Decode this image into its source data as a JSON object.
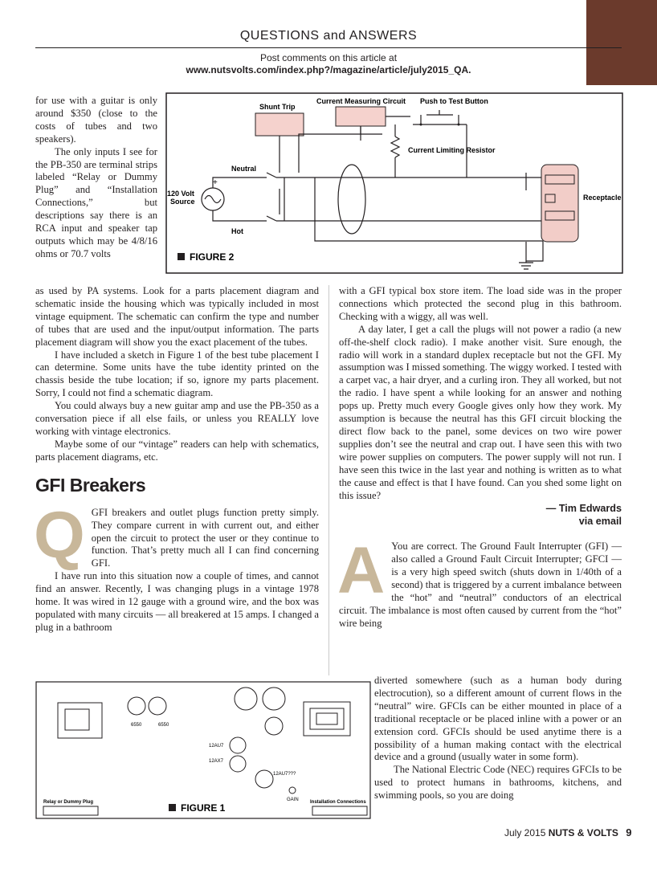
{
  "header": {
    "title": "QUESTIONS and ANSWERS",
    "comment_line": "Post comments on this article at",
    "url": "www.nutsvolts.com/index.php?/magazine/article/july2015_QA."
  },
  "figure2": {
    "label": "FIGURE 2",
    "shunt_trip": "Shunt Trip",
    "current_measuring": "Current Measuring Circuit",
    "push_to_test": "Push to Test Button",
    "current_limiting": "Current Limiting Resistor",
    "neutral": "Neutral",
    "hot": "Hot",
    "source_line1": "120 Volt",
    "source_line2": "Source",
    "receptacle": "Receptacle",
    "plus": "+"
  },
  "figure1": {
    "label": "FIGURE 1",
    "tube_6550_a": "6550",
    "tube_6550_b": "6550",
    "tube_12au7": "12AU7",
    "tube_12ax7": "12AX7",
    "tube_12au7q": "12AU7???",
    "gain": "GAIN",
    "relay": "Relay or Dummy Plug",
    "installation": "Installation Connections"
  },
  "article": {
    "narrow_p1": "for use with a guitar is only around $350 (close to the costs of tubes and two speakers).",
    "narrow_p2": "The only inputs I see for the PB-350 are terminal strips labeled “Relay or Dummy Plug” and “Installation Connections,” but descriptions say there is an RCA input and speaker tap outputs which may be 4/8/16 ohms or 70.7 volts",
    "left_p2_cont": "as used by PA systems. Look for a parts placement diagram and schematic inside the housing which was typically included in most vintage equipment. The schematic can confirm the type and number of tubes that are used and the input/output information. The parts placement diagram will show you the exact placement of the tubes.",
    "left_p3": "I have included a sketch in Figure 1 of the best tube placement I can determine. Some units have the tube identity printed on the chassis beside the tube location; if so, ignore my parts placement. Sorry, I could not find a schematic diagram.",
    "left_p4": "You could always buy a new guitar amp and use the PB-350 as a conversation piece if all else fails, or unless you REALLY love working with vintage electronics.",
    "left_p5": "Maybe some of our “vintage” readers can help with schematics, parts placement diagrams, etc.",
    "section_title": "GFI Breakers",
    "q_letter": "Q",
    "q_p1": "GFI breakers and outlet plugs function pretty simply. They compare current in with current out, and either open the circuit to protect the user or they continue to function. That’s pretty much all I can find concerning GFI.",
    "q_p2": "I have run into this situation now a couple of times, and cannot find an answer. Recently, I was changing plugs in a vintage 1978 home. It was wired in 12 gauge with a ground wire, and the box was populated with many circuits — all breakered at 15 amps. I changed a plug in a bathroom",
    "right_p1": "with a GFI typical box store item. The load side was in the proper connections which protected the second plug in this bathroom. Checking with a wiggy, all was well.",
    "right_p2": "A day later, I get a call the plugs will not power a radio (a new off-the-shelf clock radio). I make another visit. Sure enough, the radio will work in a standard duplex receptacle but not the GFI. My assumption was I missed something. The wiggy worked. I tested with a carpet vac, a hair dryer, and a curling iron. They all worked, but not the radio. I have spent a while looking for an answer and nothing pops up. Pretty much every Google gives only how they work. My assumption is because the neutral has this GFI circuit blocking the direct flow back to the panel, some devices on two wire power supplies don’t see the neutral and crap out. I have seen this with two wire power supplies on computers. The power supply will not run. I have seen this twice in the last year and nothing is written as to what the cause and effect is that I have found. Can you shed some light on this issue?",
    "sig_name": "— Tim Edwards",
    "sig_via": "via email",
    "a_letter": "A",
    "a_p1a": "You are correct. The Ground Fault Interrupter (GFI) — also called a Ground Fault Circuit Interrupter; GFCI — is a very high speed switch (shuts down in 1/40th of a second) that is triggered by a current imbalance between the “hot” and “neutral” conductors of an electrical circuit. The imbalance is most often caused by current from the “hot” wire being",
    "a_p1b": "diverted somewhere (such as a human body during electrocution), so a different amount of current flows in the “neutral” wire. GFCIs can be either mounted in place of a traditional receptacle or be placed inline with a power or an extension cord. GFCIs should be used anytime there is a possibility of a human making contact with the electrical device and a ground (usually water in some form).",
    "a_p2": "The National Electric Code (NEC) requires GFCIs to be used to protect humans in bathrooms, kitchens, and swimming pools, so you are doing"
  },
  "footer": {
    "date": "July 2015",
    "publication": "NUTS & VOLTS",
    "page": "9"
  },
  "colors": {
    "accent_tab": "#6b3a2c",
    "receptacle_fill": "#f2cdc8",
    "box_fill": "#f5d2cd",
    "dropcap": "#c8b79a"
  }
}
